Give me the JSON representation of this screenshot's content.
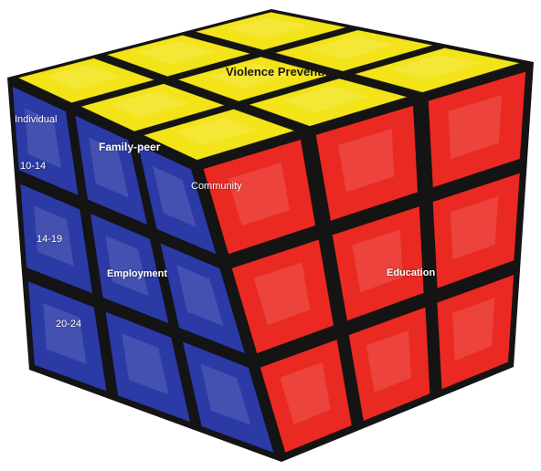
{
  "colors": {
    "top": "#f3e41a",
    "left": "#2c3aa6",
    "right": "#ea2a22",
    "frame": "#141414"
  },
  "labels": {
    "top_center": "Violence Prevention",
    "individual": "Individual",
    "family_peer": "Family-peer",
    "community": "Community",
    "age_10_14": "10-14",
    "age_14_19": "14-19",
    "age_20_24": "20-24",
    "employment": "Employment",
    "education": "Education"
  }
}
